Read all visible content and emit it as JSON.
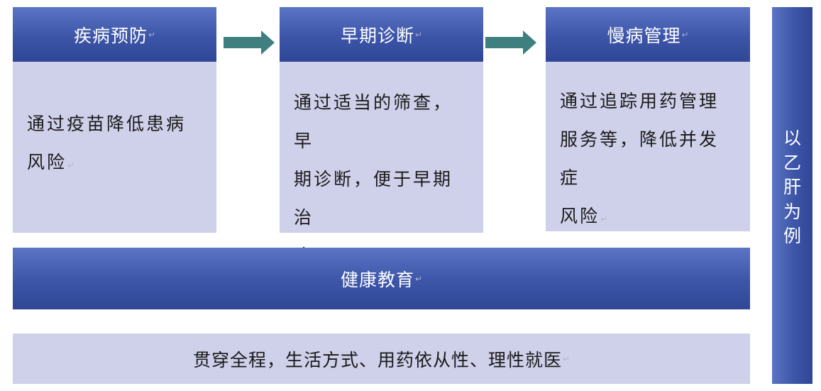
{
  "stages": [
    {
      "title": "疾病预防",
      "description_lines": [
        "通过疫苗降低患病",
        "风险"
      ]
    },
    {
      "title": "早期诊断",
      "description_lines": [
        "通过适当的筛查，早",
        "期诊断，便于早期治",
        "疗"
      ]
    },
    {
      "title": "慢病管理",
      "description_lines": [
        "通过追踪用药管理",
        "服务等，降低并发症",
        "风险"
      ]
    }
  ],
  "paragraph_mark": "↵",
  "health_education": "健康教育",
  "throughout": "贯穿全程，生活方式、用药依从性、理性就医",
  "side_label_chars": [
    "以",
    "乙",
    "肝",
    "为",
    "例"
  ],
  "colors": {
    "header_blue": "#3d55a8",
    "box_lavender": "#cfd0ea",
    "arrow_teal": "#3f7f80"
  }
}
